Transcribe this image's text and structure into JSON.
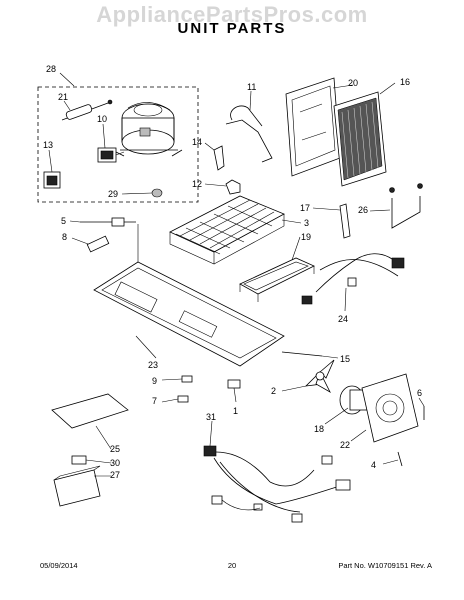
{
  "watermark": "AppliancePartsPros.com",
  "title": "UNIT PARTS",
  "callouts": [
    "28",
    "21",
    "10",
    "13",
    "29",
    "11",
    "20",
    "16",
    "14",
    "12",
    "17",
    "3",
    "19",
    "26",
    "5",
    "8",
    "24",
    "23",
    "15",
    "9",
    "7",
    "2",
    "1",
    "6",
    "18",
    "22",
    "4",
    "31",
    "25",
    "30",
    "27"
  ],
  "footer": {
    "date": "05/09/2014",
    "page": "20",
    "part_no": "Part No. W10709151  Rev. A"
  }
}
